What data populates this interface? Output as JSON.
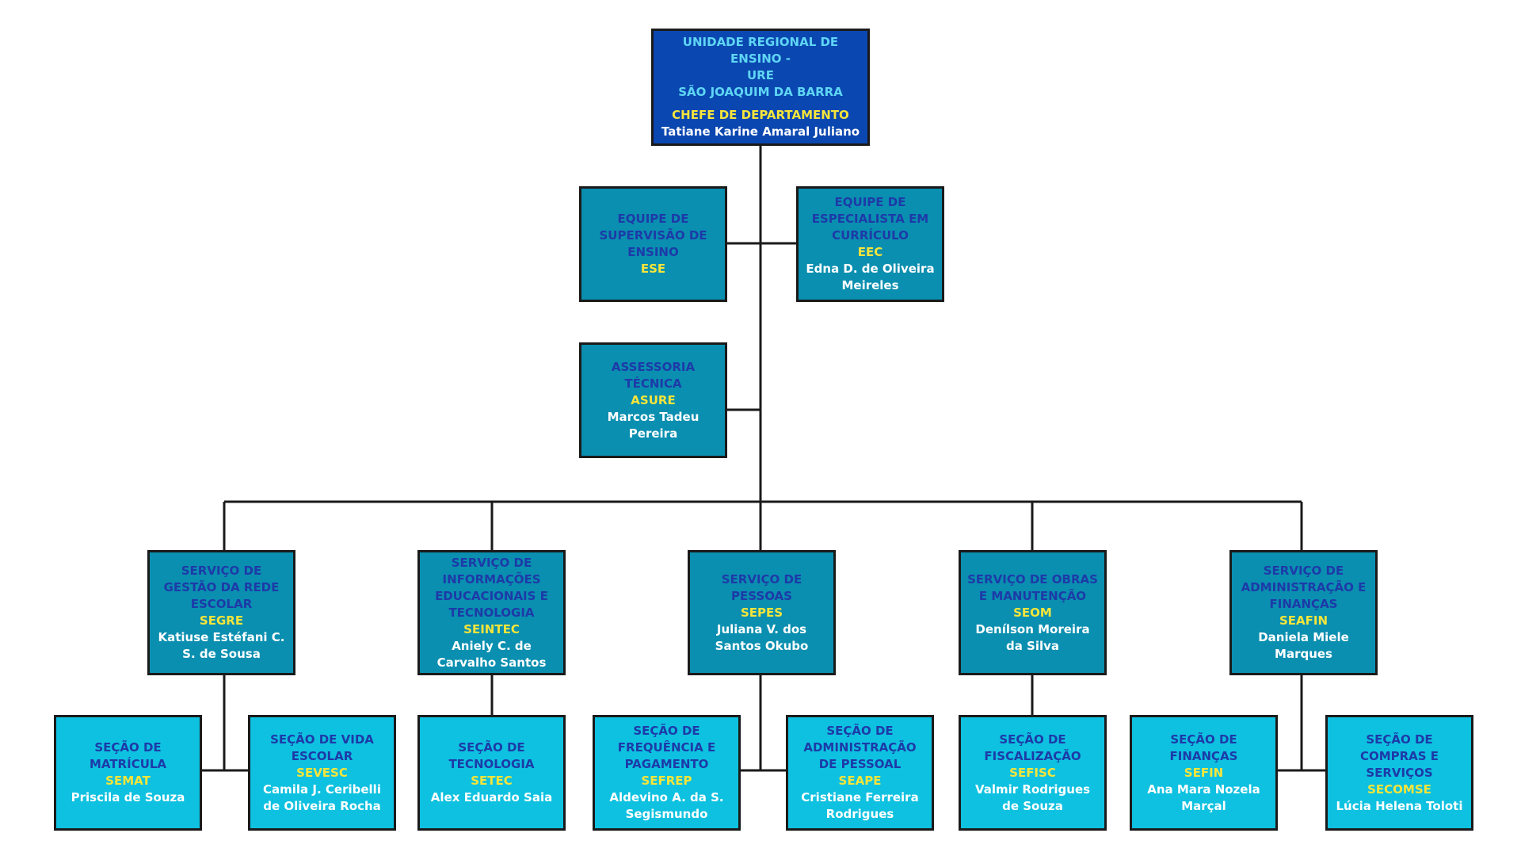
{
  "org_chart": {
    "colors": {
      "root": "#0b47b0",
      "mid": "#0a8fb0",
      "low": "#0ec1e0",
      "title_text": "#1d3aa8",
      "acronym_text": "#f7e53a",
      "name_text": "#ffffff",
      "line": "#1a1a1a"
    },
    "root": {
      "title_line1": "UNIDADE REGIONAL DE ENSINO -",
      "title_line2": "URE",
      "title_line3": "SÃO JOAQUIM DA BARRA",
      "role": "CHEFE DE DEPARTAMENTO",
      "name": "Tatiane Karine Amaral Juliano"
    },
    "staff": {
      "ese": {
        "title": "EQUIPE DE SUPERVISÃO DE ENSINO",
        "acronym": "ESE"
      },
      "eec": {
        "title": "EQUIPE DE ESPECIALISTA EM CURRÍCULO",
        "acronym": "EEC",
        "name": "Edna D. de Oliveira Meireles"
      },
      "asure": {
        "title": "ASSESSORIA TÉCNICA",
        "acronym": "ASURE",
        "name": "Marcos Tadeu Pereira"
      }
    },
    "services": {
      "segre": {
        "title": "SERVIÇO DE GESTÃO DA REDE ESCOLAR",
        "acronym": "SEGRE",
        "name": "Katiuse Estéfani C. S. de Sousa"
      },
      "seintec": {
        "title": "SERVIÇO DE INFORMAÇÕES EDUCACIONAIS E TECNOLOGIA",
        "acronym": "SEINTEC",
        "name": "Aniely C. de Carvalho Santos"
      },
      "sepes": {
        "title": "SERVIÇO DE PESSOAS",
        "acronym": "SEPES",
        "name": "Juliana V. dos Santos Okubo"
      },
      "seom": {
        "title": "SERVIÇO DE OBRAS E MANUTENÇÃO",
        "acronym": "SEOM",
        "name": "Denílson Moreira da Silva"
      },
      "seafin": {
        "title": "SERVIÇO DE ADMINISTRAÇÃO E FINANÇAS",
        "acronym": "SEAFIN",
        "name": "Daniela Miele Marques"
      }
    },
    "sections": {
      "semat": {
        "title": "SEÇÃO DE MATRÍCULA",
        "acronym": "SEMAT",
        "name": "Priscila de Souza"
      },
      "sevesc": {
        "title": "SEÇÃO DE VIDA ESCOLAR",
        "acronym": "SEVESC",
        "name": "Camila J. Ceribelli de Oliveira Rocha"
      },
      "setec": {
        "title": "SEÇÃO DE TECNOLOGIA",
        "acronym": "SETEC",
        "name": "Alex Eduardo Saia"
      },
      "sefrep": {
        "title": "SEÇÃO DE FREQUÊNCIA E PAGAMENTO",
        "acronym": "SEFREP",
        "name": "Aldevino A. da S. Segismundo"
      },
      "seape": {
        "title": "SEÇÃO DE ADMINISTRAÇÃO DE PESSOAL",
        "acronym": "SEAPE",
        "name": "Cristiane Ferreira Rodrigues"
      },
      "sefisc": {
        "title": "SEÇÃO DE FISCALIZAÇÃO",
        "acronym": "SEFISC",
        "name": "Valmir Rodrigues de Souza"
      },
      "sefin": {
        "title": "SEÇÃO DE FINANÇAS",
        "acronym": "SEFIN",
        "name": "Ana Mara Nozela Marçal"
      },
      "secomse": {
        "title": "SEÇÃO DE COMPRAS E SERVIÇOS",
        "acronym": "SECOMSE",
        "name": "Lúcia Helena Toloti"
      }
    }
  }
}
